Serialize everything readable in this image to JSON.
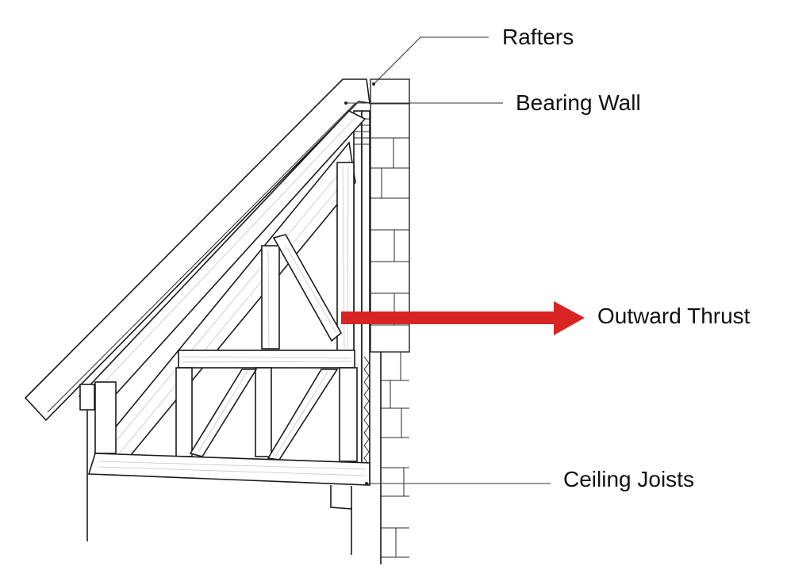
{
  "diagram": {
    "subject": "Roof truss outward thrust on bearing wall",
    "labels": {
      "rafters": "Rafters",
      "bearing_wall": "Bearing Wall",
      "outward_thrust": "Outward Thrust",
      "ceiling_joists": "Ceiling Joists"
    },
    "colors": {
      "thrust_arrow": "#d92424",
      "line": "#1a1a1a",
      "background": "#ffffff"
    }
  }
}
